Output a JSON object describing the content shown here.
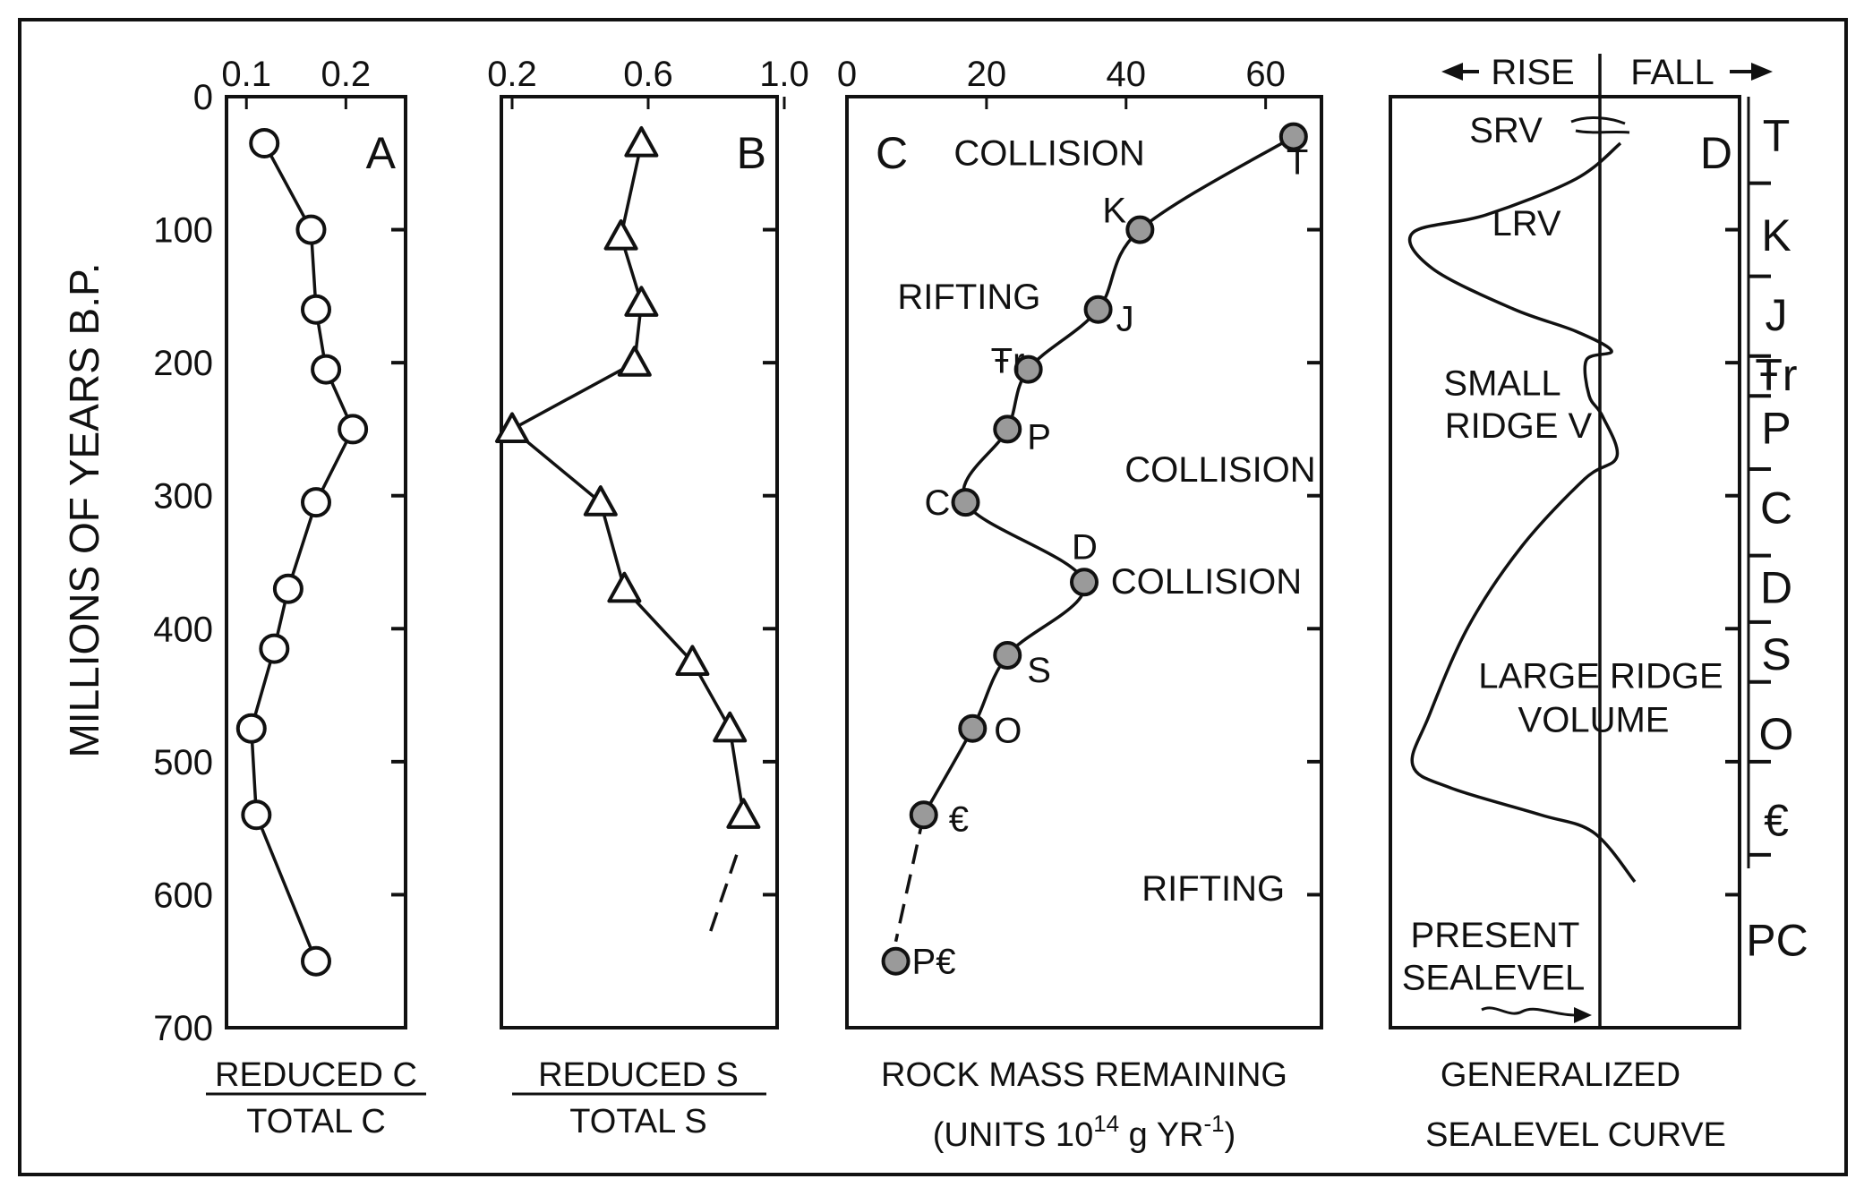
{
  "y_axis": {
    "label": "MILLIONS OF YEARS B.P.",
    "ticks": [
      0,
      100,
      200,
      300,
      400,
      500,
      600,
      700
    ],
    "range": [
      0,
      700
    ]
  },
  "chart_data": [
    {
      "type": "line",
      "panel_letter": "A",
      "caption_top": "REDUCED C",
      "caption_bottom": "TOTAL C",
      "x_ticks": [
        "0.1",
        "0.2"
      ],
      "x_tick_values": [
        0.1,
        0.2
      ],
      "xlim": [
        0.08,
        0.26
      ],
      "marker": "circle-open",
      "points": [
        {
          "x": 0.118,
          "y": 35
        },
        {
          "x": 0.165,
          "y": 100
        },
        {
          "x": 0.17,
          "y": 160
        },
        {
          "x": 0.18,
          "y": 205
        },
        {
          "x": 0.207,
          "y": 250
        },
        {
          "x": 0.17,
          "y": 305
        },
        {
          "x": 0.142,
          "y": 370
        },
        {
          "x": 0.128,
          "y": 415
        },
        {
          "x": 0.105,
          "y": 475
        },
        {
          "x": 0.11,
          "y": 540
        },
        {
          "x": 0.17,
          "y": 650
        }
      ]
    },
    {
      "type": "line",
      "panel_letter": "B",
      "caption_top": "REDUCED S",
      "caption_bottom": "TOTAL S",
      "x_ticks": [
        "0.2",
        "0.6",
        "1.0"
      ],
      "x_tick_values": [
        0.2,
        0.6,
        1.0
      ],
      "xlim": [
        0.2,
        1.0
      ],
      "marker": "triangle-open",
      "points": [
        {
          "x": 0.58,
          "y": 35
        },
        {
          "x": 0.52,
          "y": 105
        },
        {
          "x": 0.58,
          "y": 155
        },
        {
          "x": 0.56,
          "y": 200
        },
        {
          "x": 0.2,
          "y": 250
        },
        {
          "x": 0.46,
          "y": 305
        },
        {
          "x": 0.53,
          "y": 370
        },
        {
          "x": 0.73,
          "y": 425
        },
        {
          "x": 0.84,
          "y": 475
        },
        {
          "x": 0.88,
          "y": 540
        }
      ],
      "dashed_extension": [
        {
          "x": 0.86,
          "y": 570
        },
        {
          "x": 0.78,
          "y": 630
        }
      ]
    },
    {
      "type": "line",
      "panel_letter": "C",
      "caption_top": "ROCK MASS REMAINING",
      "caption_bottom_prefix": "(UNITS 10",
      "caption_bottom_sup": "14",
      "caption_bottom_mid": " g YR",
      "caption_bottom_sup2": "-1",
      "caption_bottom_suffix": ")",
      "x_ticks": [
        "0",
        "20",
        "40",
        "60"
      ],
      "x_tick_values": [
        0,
        20,
        40,
        60
      ],
      "xlim": [
        0,
        68
      ],
      "marker": "circle-filled",
      "annotations": [
        {
          "text": "COLLISION",
          "x": 29,
          "y": 42
        },
        {
          "text": "RIFTING",
          "x": 17.5,
          "y": 150
        },
        {
          "text": "COLLISION",
          "x": 53.5,
          "y": 280
        },
        {
          "text": "COLLISION",
          "x": 51.5,
          "y": 364
        },
        {
          "text": "RIFTING",
          "x": 52.5,
          "y": 595
        }
      ],
      "points": [
        {
          "x": 64,
          "y": 30,
          "label": "T"
        },
        {
          "x": 42,
          "y": 100,
          "label": "K"
        },
        {
          "x": 36,
          "y": 160,
          "label": "J"
        },
        {
          "x": 26,
          "y": 205,
          "label": "Tr"
        },
        {
          "x": 23,
          "y": 250,
          "label": "P"
        },
        {
          "x": 17,
          "y": 305,
          "label": "C"
        },
        {
          "x": 34,
          "y": 365,
          "label": "D"
        },
        {
          "x": 23,
          "y": 420,
          "label": "S"
        },
        {
          "x": 18,
          "y": 475,
          "label": "O"
        },
        {
          "x": 11,
          "y": 540,
          "label": "€"
        },
        {
          "x": 7,
          "y": 650,
          "label": "P€"
        }
      ]
    },
    {
      "type": "line",
      "panel_letter": "D",
      "caption_top": "GENERALIZED",
      "caption_bottom": "SEALEVEL CURVE",
      "header_left": "RISE",
      "header_right": "FALL",
      "annotations": [
        {
          "text": "SRV",
          "y": 25
        },
        {
          "text": "LRV",
          "y": 95
        },
        {
          "text": "SMALL",
          "y": 215
        },
        {
          "text": "RIDGE V",
          "y": 247
        },
        {
          "text": "LARGE RIDGE",
          "y": 435
        },
        {
          "text": "VOLUME",
          "y": 468
        },
        {
          "text": "PRESENT",
          "y": 630
        },
        {
          "text": "SEALEVEL",
          "y": 662
        }
      ],
      "periods": [
        {
          "label": "T",
          "y": 30
        },
        {
          "label": "K",
          "y": 105
        },
        {
          "label": "J",
          "y": 165
        },
        {
          "label": "Ŧ̅R",
          "y": 210
        },
        {
          "label": "P",
          "y": 250
        },
        {
          "label": "C",
          "y": 310
        },
        {
          "label": "D",
          "y": 370
        },
        {
          "label": "S",
          "y": 420
        },
        {
          "label": "O",
          "y": 480
        },
        {
          "label": "€",
          "y": 545
        },
        {
          "label": "PC",
          "y": 635
        }
      ],
      "period_boundaries": [
        65,
        135,
        195,
        225,
        280,
        345,
        395,
        440,
        500,
        570
      ]
    }
  ]
}
